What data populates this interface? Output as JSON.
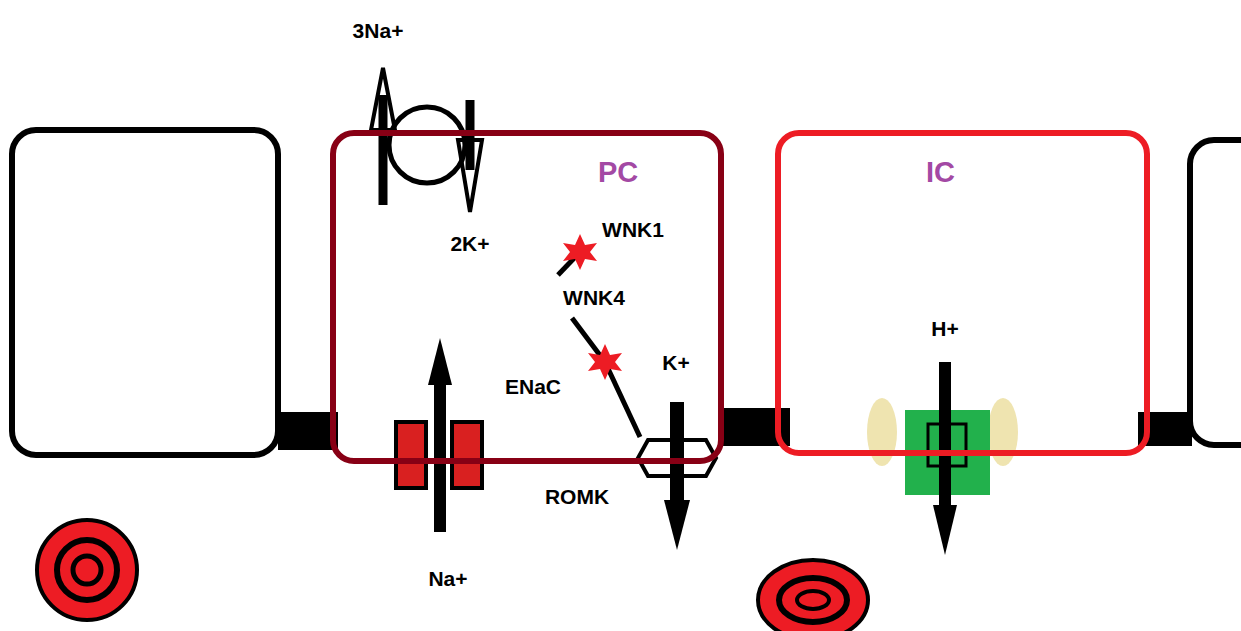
{
  "diagram": {
    "nodes": [
      {
        "text": [
          "PC"
        ]
      },
      {
        "text": [
          "IC"
        ]
      }
    ],
    "labels": [
      "3Na+",
      "2K+",
      "WNK1",
      "WNK4",
      "H+",
      "K+",
      "ENaC",
      "ROMK",
      "Na+"
    ]
  }
}
